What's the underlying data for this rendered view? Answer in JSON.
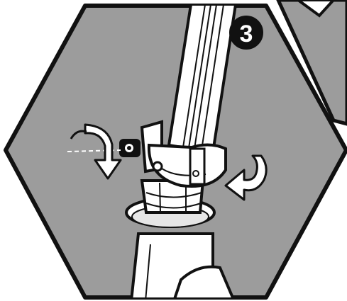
{
  "illustration": {
    "step_number": "3",
    "colors": {
      "background": "#ffffff",
      "panel_fill": "#9c9c9c",
      "outline": "#111111",
      "part_fill": "#ffffff",
      "part_shade": "#e6e6e6",
      "badge_fill": "#111111",
      "badge_text": "#ffffff"
    },
    "parts": [
      "hexagon-panel",
      "seat-post",
      "quick-release-clamp",
      "clamp-bolt",
      "headset-nut",
      "frame-tube",
      "rotate-left-arrow",
      "rotate-right-arrow",
      "neighbor-hexagon-panel"
    ]
  }
}
